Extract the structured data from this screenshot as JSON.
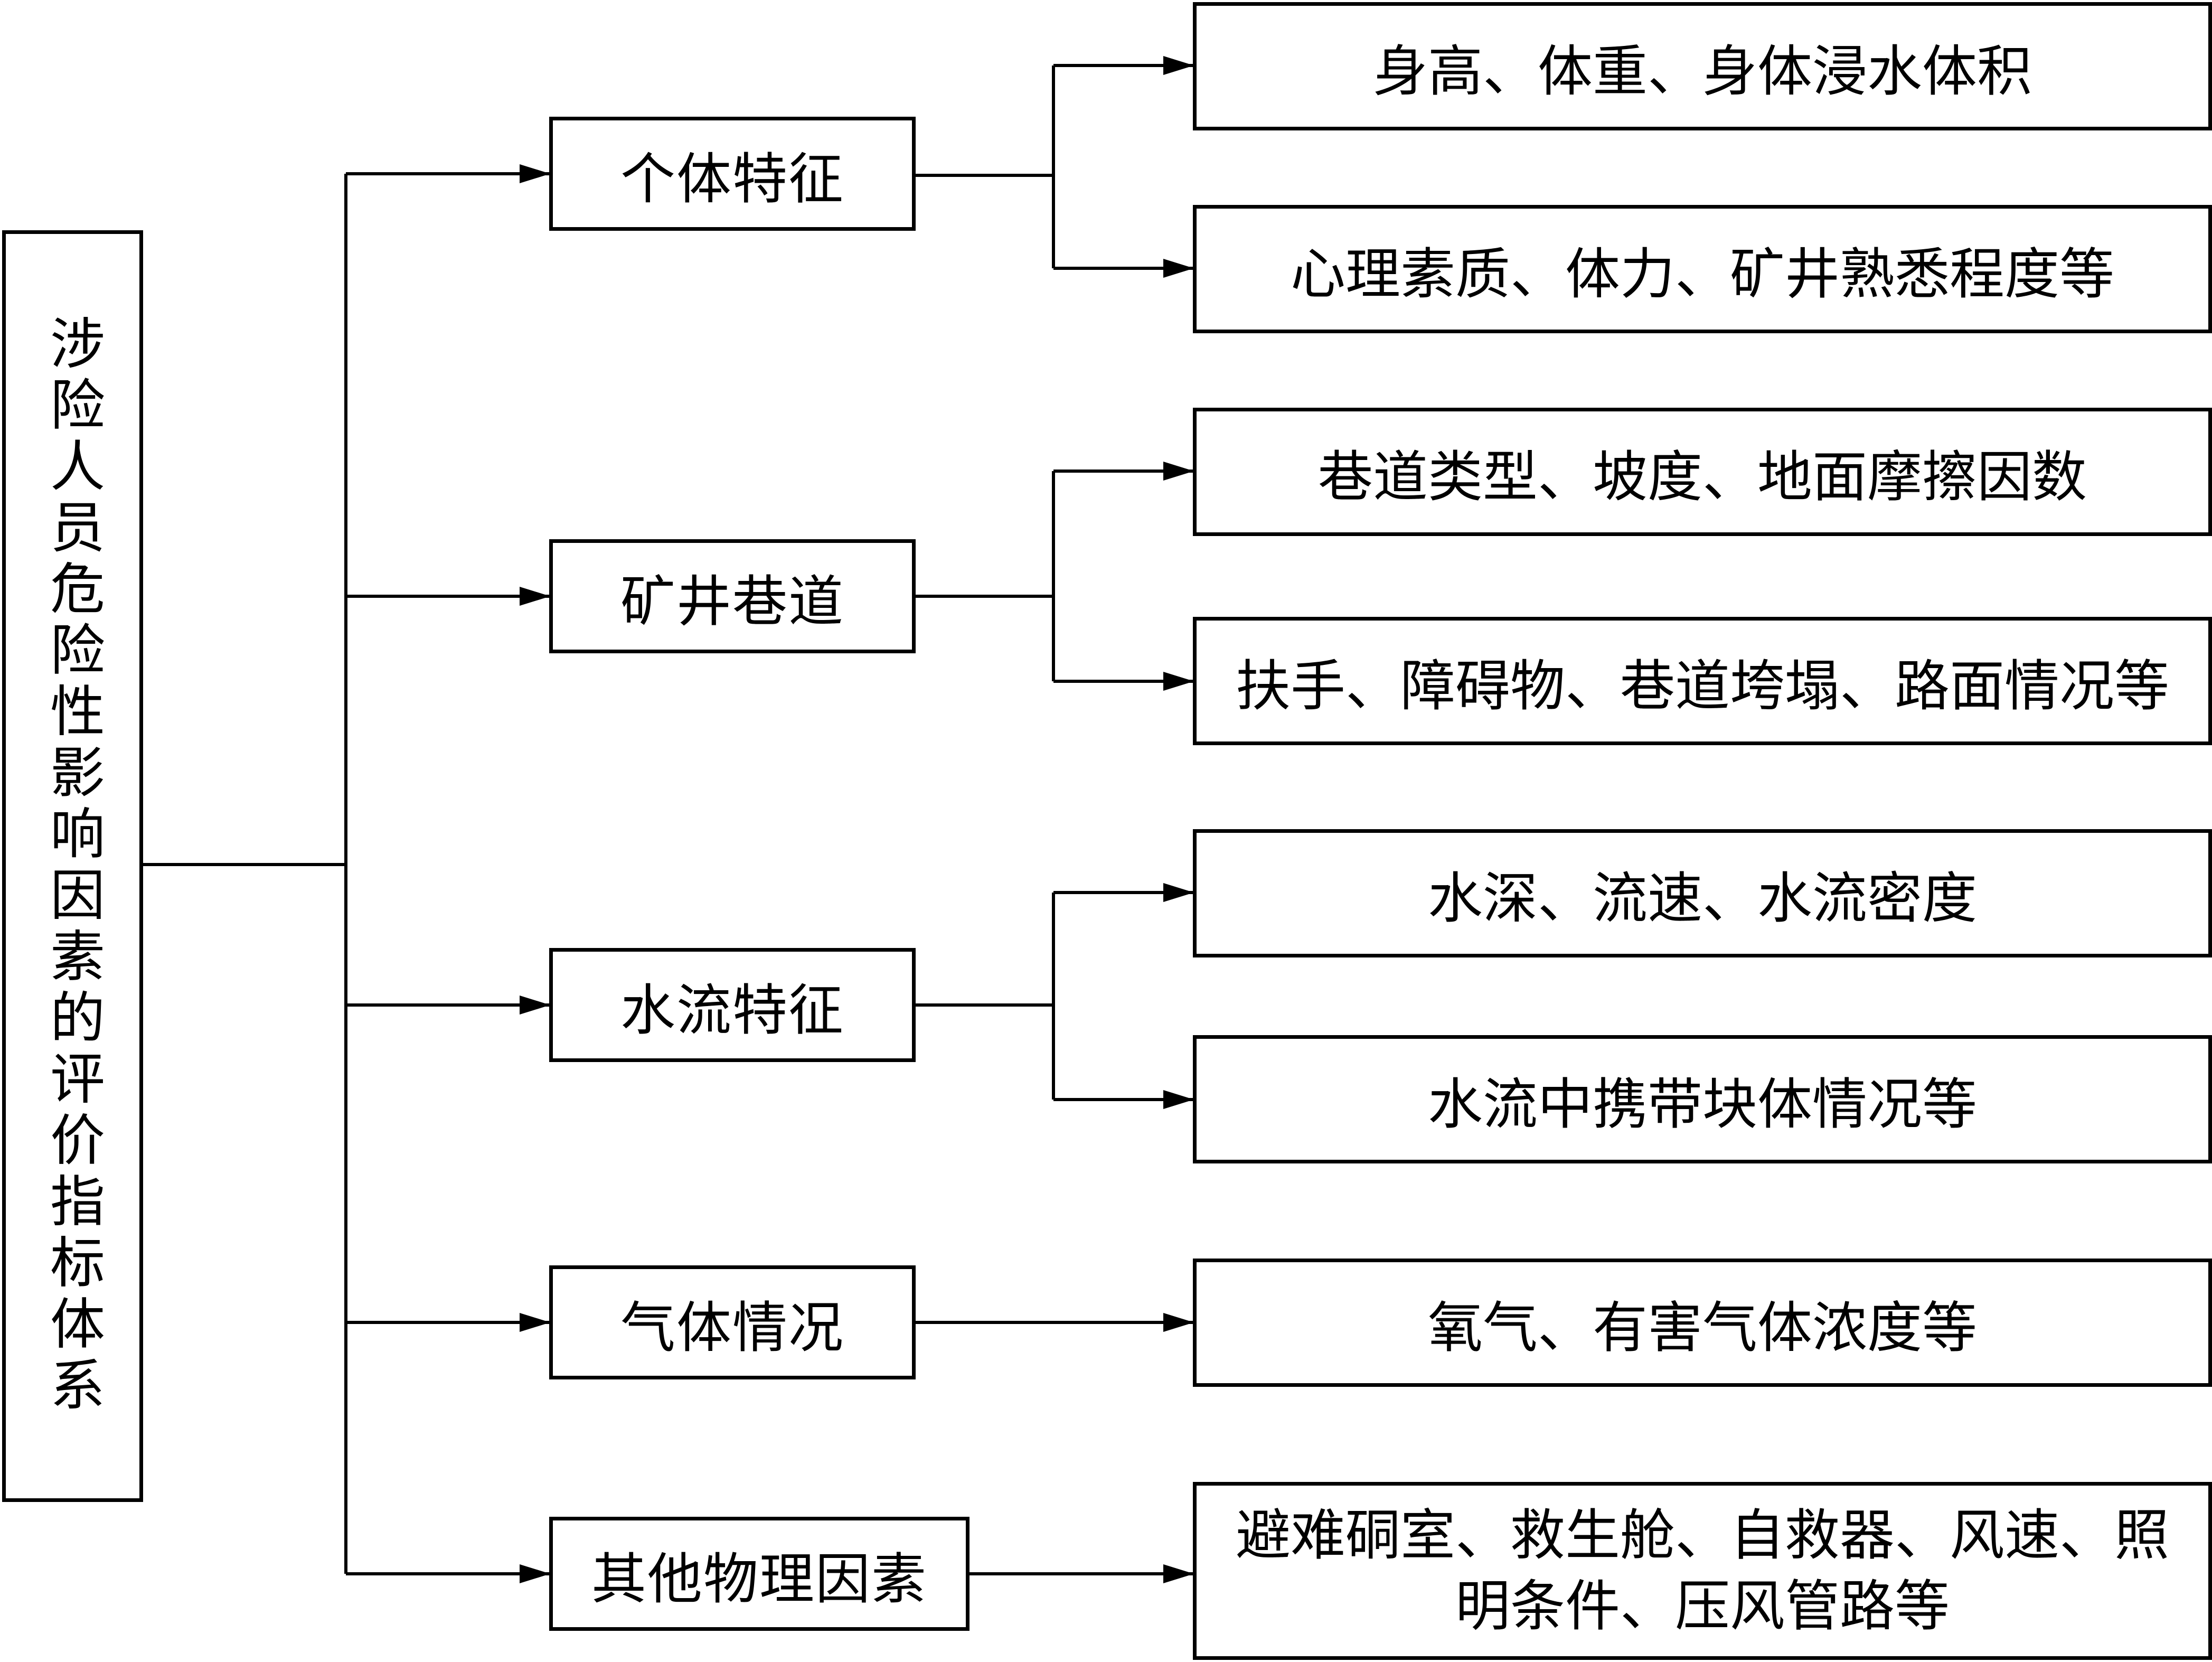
{
  "root": {
    "label": "涉险人员危险性影响因素的评价指标体系"
  },
  "categories": [
    {
      "label": "个体特征",
      "factors": [
        "身高、体重、身体浸水体积",
        "心理素质、体力、矿井熟悉程度等"
      ]
    },
    {
      "label": "矿井巷道",
      "factors": [
        "巷道类型、坡度、地面摩擦因数",
        "扶手、障碍物、巷道垮塌、路面情况等"
      ]
    },
    {
      "label": "水流特征",
      "factors": [
        "水深、流速、水流密度",
        "水流中携带块体情况等"
      ]
    },
    {
      "label": "气体情况",
      "factors": [
        "氧气、有害气体浓度等"
      ]
    },
    {
      "label": "其他物理因素",
      "factors": [
        "避难硐室、救生舱、自救器、风速、照明条件、压风管路等"
      ]
    }
  ]
}
